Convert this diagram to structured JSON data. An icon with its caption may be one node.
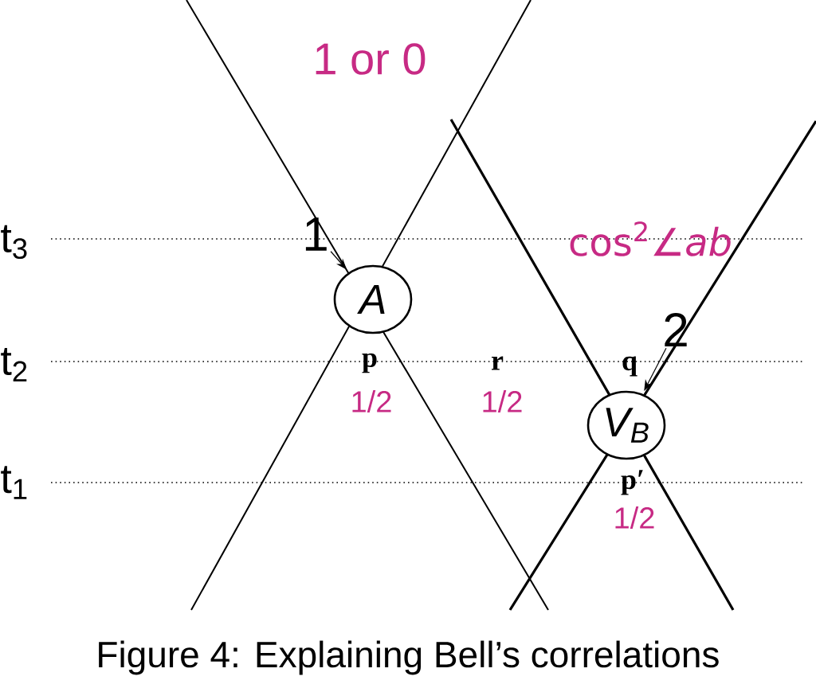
{
  "diagram": {
    "caption": "Figure 4: Explaining Bell’s correlations",
    "nodes": [
      {
        "text": [
          "1"
        ]
      },
      {
        "text": [
          "A"
        ]
      },
      {
        "text": [
          "2"
        ]
      },
      {
        "text": [
          "V$_{B}$"
        ]
      }
    ],
    "edges": [
      {
        "from": 0,
        "to": 1,
        "arrow": "to"
      },
      {
        "from": 2,
        "to": 3,
        "arrow": "to"
      }
    ],
    "labels": [
      "1 or 0",
      "t$_{3}$",
      "cos$^{2}$∠*ab*",
      "t$_{2}$",
      "p",
      "r",
      "q",
      "1/2",
      "1/2",
      "t$_{1}$",
      "p′",
      "1/2"
    ]
  }
}
